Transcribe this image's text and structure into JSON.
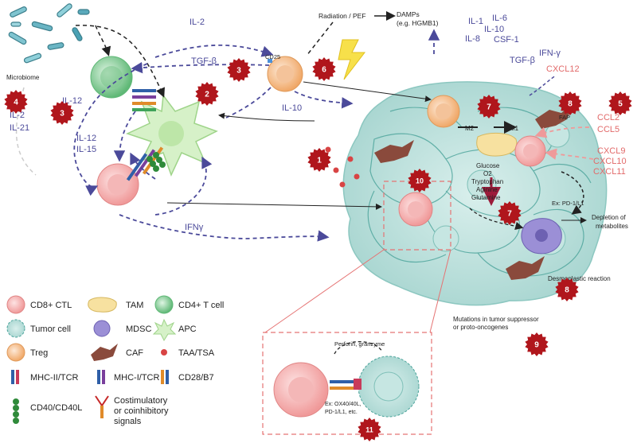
{
  "top": {
    "radiation": "Radiation / PEF",
    "damps_1": "DAMPs",
    "damps_2": "(e.g. HGMB1)",
    "cd25": "CD25"
  },
  "cytokines": {
    "il2_top": "IL-2",
    "tgfb_left": "TGF-β",
    "il10_mid": "IL-10",
    "il12_a": "IL-12",
    "il12_b": "IL-12",
    "il15": "IL-15",
    "il2_left": "IL-2",
    "il21": "IL-21",
    "ifng_bottom": "IFNγ",
    "il1": "IL-1",
    "il6": "IL-6",
    "il10_r": "IL-10",
    "il8": "IL-8",
    "csf1": "CSF-1",
    "tgfb_r": "TGF-β",
    "ifng_r": "IFN-γ",
    "cxcl12": "CXCL12",
    "ccl2": "CCL2",
    "ccl5": "CCL5",
    "cxcl9": "CXCL9",
    "cxcl10": "CXCL10",
    "cxcl11": "CXCL11"
  },
  "labels": {
    "microbiome": "Microbiome",
    "fap": "FAP",
    "m2": "M2",
    "m1": "M1",
    "glucose": "Glucose",
    "o2": "O2",
    "tryptophan": "Tryptophan",
    "arginine": "Aginine",
    "glutamine": "Glutamine",
    "pdl1": "Ex: PD-1/L1",
    "depletion_1": "Depletion of",
    "depletion_2": "metabolites",
    "desmoplastic": "Desmoplastic reaction",
    "mutations_1": "Mutations in tumor suppressor",
    "mutations_2": "or proto-oncogenes",
    "perforin": "Perforin, granzyme",
    "ox40_1": "Ex: OX40/40L,",
    "ox40_2": "PD-1/L1, etc."
  },
  "badges": [
    "1",
    "2",
    "3",
    "3",
    "4",
    "5",
    "6",
    "7",
    "7",
    "8",
    "8",
    "9",
    "10",
    "11"
  ],
  "legend": {
    "cd8": "CD8+ CTL",
    "tam": "TAM",
    "cd4": "CD4+ T cell",
    "tumor": "Tumor cell",
    "mdsc": "MDSC",
    "apc": "APC",
    "treg": "Treg",
    "caf": "CAF",
    "taa": "TAA/TSA",
    "mhc2": "MHC-II/TCR",
    "mhc1": "MHC-I/TCR",
    "cd28": "CD28/B7",
    "cd40": "CD40/CD40L",
    "costim_1": "Costimulatory",
    "costim_2": "or coinhibitory",
    "costim_3": "signals"
  },
  "colors": {
    "badge": "#b0161c",
    "cytokine_blue": "#4b4a9a",
    "chemokine_red": "#e26a6a",
    "tumor_teal": "#b9dedb",
    "cd8_pink": "#f4b7b7",
    "treg_orange": "#f4c39a",
    "cd4_green": "#8fd19f",
    "apc_green": "#cfeec0",
    "mdsc_purple": "#9b8fd6",
    "tam_yellow": "#f7e1a0",
    "caf_brown": "#8a4a3c"
  }
}
